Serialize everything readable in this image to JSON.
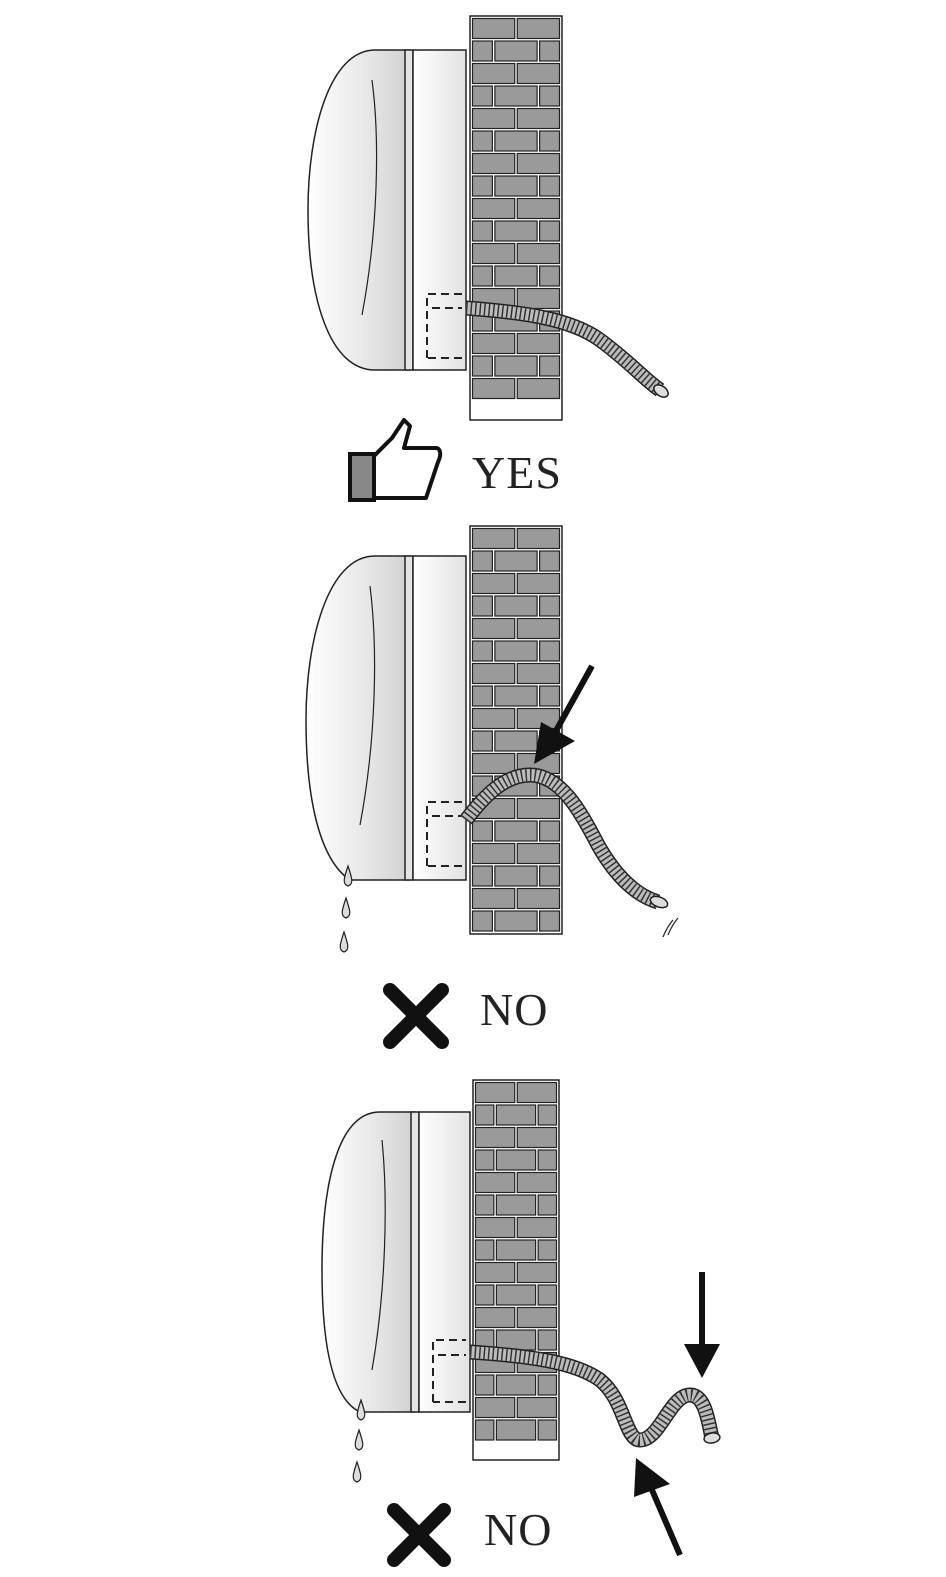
{
  "panels": [
    {
      "id": "correct",
      "verdict_icon": "thumbs-up-icon",
      "label": "YES"
    },
    {
      "id": "hose-raised",
      "verdict_icon": "cross-icon",
      "label": "NO",
      "drips": true,
      "arrow_icons": [
        "arrow-down-left-icon"
      ]
    },
    {
      "id": "hose-kinked",
      "verdict_icon": "cross-icon",
      "label": "NO",
      "drips": true,
      "arrow_icons": [
        "arrow-down-icon",
        "arrow-up-left-icon"
      ]
    }
  ],
  "colors": {
    "brick_fill": "#9a9a9a",
    "mortar": "#ffffff",
    "outline": "#222222",
    "unit_body": "#e8e8e8",
    "unit_front": "#f4f4f4",
    "hose": "#bcbcbc"
  }
}
